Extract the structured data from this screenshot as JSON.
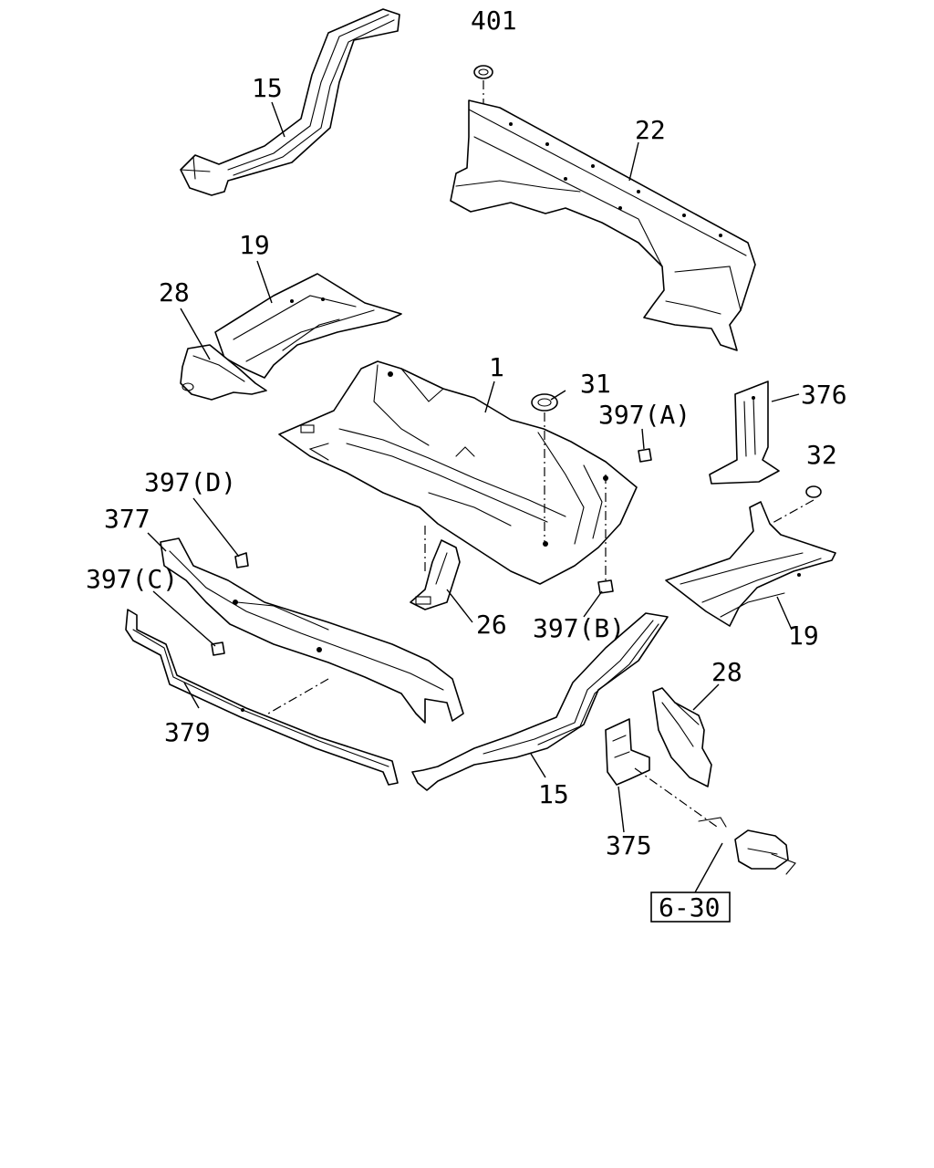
{
  "callouts": [
    {
      "id": "c-401",
      "text": "401"
    },
    {
      "id": "c-15-top",
      "text": "15"
    },
    {
      "id": "c-22",
      "text": "22"
    },
    {
      "id": "c-19-top",
      "text": "19"
    },
    {
      "id": "c-28-top",
      "text": "28"
    },
    {
      "id": "c-1",
      "text": "1"
    },
    {
      "id": "c-31",
      "text": "31"
    },
    {
      "id": "c-397A",
      "text": "397(A)"
    },
    {
      "id": "c-376",
      "text": "376"
    },
    {
      "id": "c-32",
      "text": "32"
    },
    {
      "id": "c-397D",
      "text": "397(D)"
    },
    {
      "id": "c-377",
      "text": "377"
    },
    {
      "id": "c-397C",
      "text": "397(C)"
    },
    {
      "id": "c-26",
      "text": "26"
    },
    {
      "id": "c-397B",
      "text": "397(B)"
    },
    {
      "id": "c-19-right",
      "text": "19"
    },
    {
      "id": "c-379",
      "text": "379"
    },
    {
      "id": "c-28-right",
      "text": "28"
    },
    {
      "id": "c-15-bottom",
      "text": "15"
    },
    {
      "id": "c-375",
      "text": "375"
    }
  ],
  "reference": {
    "text": "6-30"
  }
}
